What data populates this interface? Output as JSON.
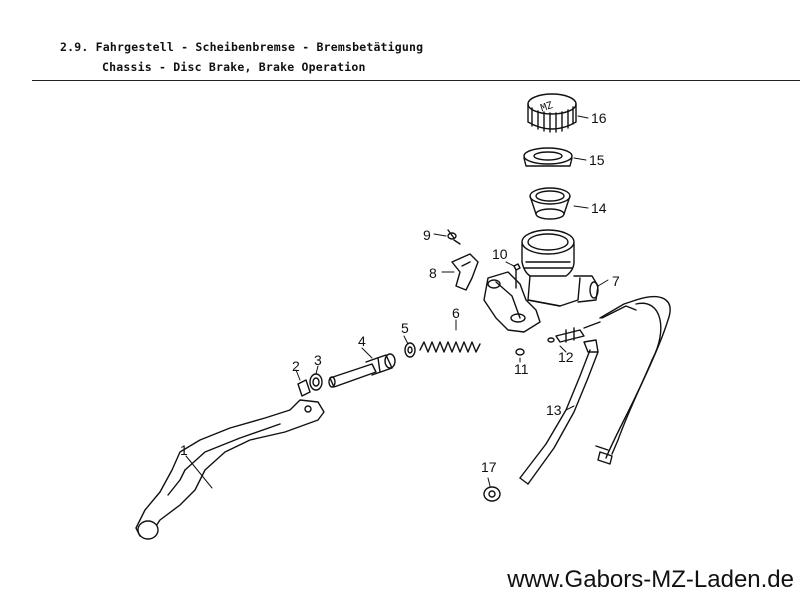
{
  "header": {
    "title_de": "2.9. Fahrgestell - Scheibenbremse - Bremsbetätigung",
    "title_en": "Chassis - Disc Brake, Brake Operation"
  },
  "parts": [
    {
      "number": "1"
    },
    {
      "number": "2"
    },
    {
      "number": "3"
    },
    {
      "number": "4"
    },
    {
      "number": "5"
    },
    {
      "number": "6"
    },
    {
      "number": "7"
    },
    {
      "number": "8"
    },
    {
      "number": "9"
    },
    {
      "number": "10"
    },
    {
      "number": "11"
    },
    {
      "number": "12"
    },
    {
      "number": "13"
    },
    {
      "number": "14"
    },
    {
      "number": "15"
    },
    {
      "number": "16"
    },
    {
      "number": "17"
    }
  ],
  "footer": {
    "website": "www.Gabors-MZ-Laden.de"
  }
}
